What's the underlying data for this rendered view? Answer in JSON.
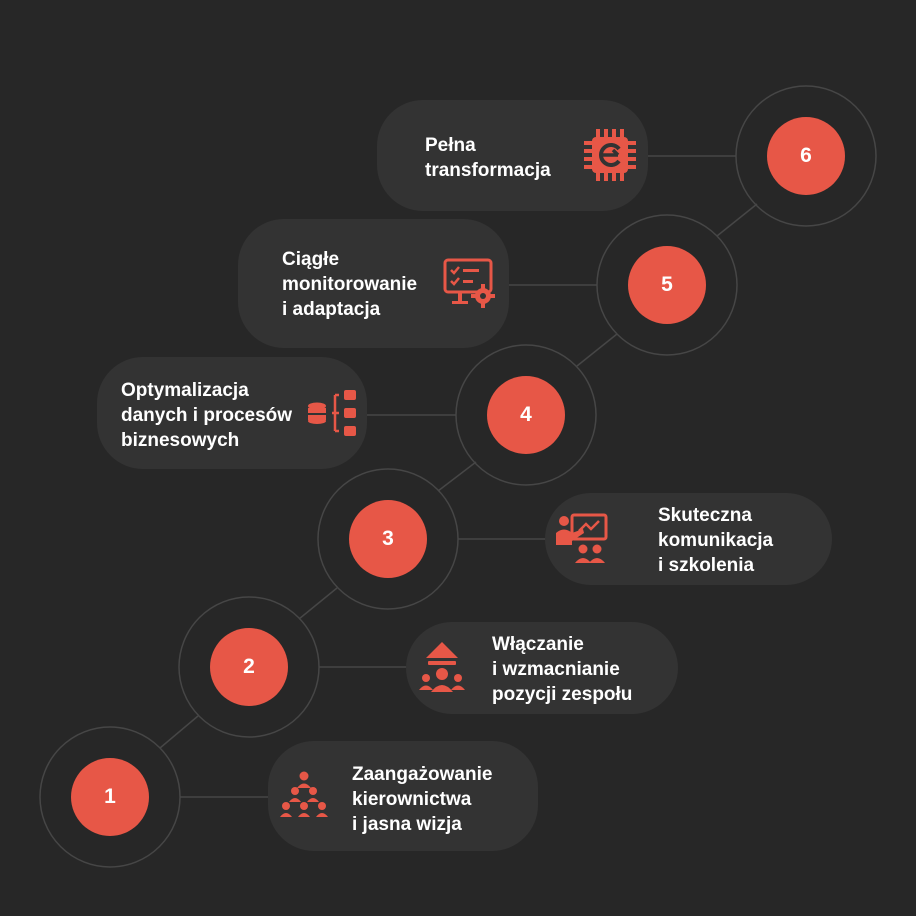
{
  "colors": {
    "background": "#272727",
    "card": "#333333",
    "accent": "#e75747",
    "text": "#ffffff",
    "line": "#4a4a4a"
  },
  "steps": [
    {
      "number": "1",
      "label": "Zaangażowanie\nkierownictwa\ni jasna wizja",
      "icon": "hierarchy-people-icon"
    },
    {
      "number": "2",
      "label": "Włączanie\ni wzmacnianie\npozycji zespołu",
      "icon": "team-growth-icon"
    },
    {
      "number": "3",
      "label": "Skuteczna\nkomunikacja\ni szkolenia",
      "icon": "presentation-training-icon"
    },
    {
      "number": "4",
      "label": "Optymalizacja\ndanych i procesów\nbiznesowych",
      "icon": "database-process-icon"
    },
    {
      "number": "5",
      "label": "Ciągłe\nmonitorowanie\ni adaptacja",
      "icon": "monitor-settings-icon"
    },
    {
      "number": "6",
      "label": "Pełna\ntransformacja",
      "icon": "chip-transformation-icon"
    }
  ]
}
